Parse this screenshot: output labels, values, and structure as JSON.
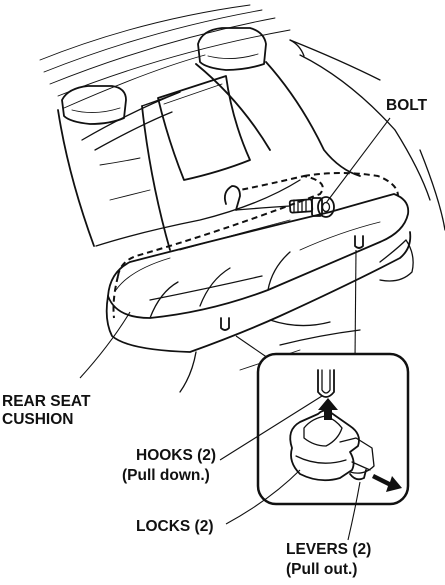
{
  "labels": {
    "bolt": "BOLT",
    "rear_seat_cushion_1": "REAR SEAT",
    "rear_seat_cushion_2": "CUSHION",
    "hooks_1": "HOOKS (2)",
    "hooks_2": "(Pull down.)",
    "locks": "LOCKS (2)",
    "levers_1": "LEVERS (2)",
    "levers_2": "(Pull out.)"
  }
}
